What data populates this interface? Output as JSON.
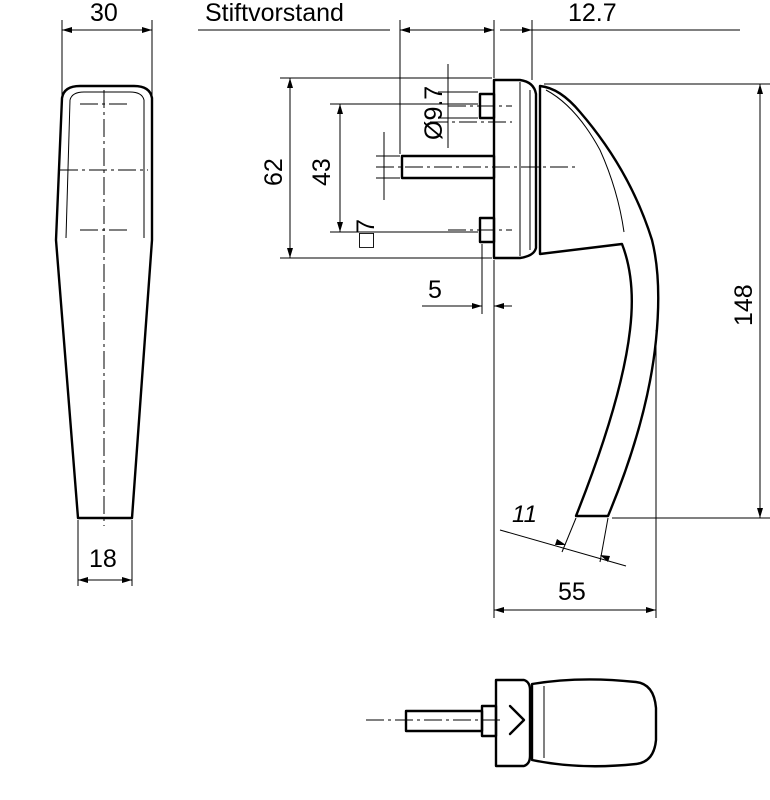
{
  "dimensions": {
    "width_top": "30",
    "width_bottom": "18",
    "pin_label": "Stiftvorstand",
    "offset_top": "12.7",
    "hole_diameter": "Ø9.7",
    "height_62": "62",
    "height_43": "43",
    "square_7": "□7",
    "gap_5": "5",
    "length_148": "148",
    "tip_11": "11",
    "reach_55": "55"
  }
}
